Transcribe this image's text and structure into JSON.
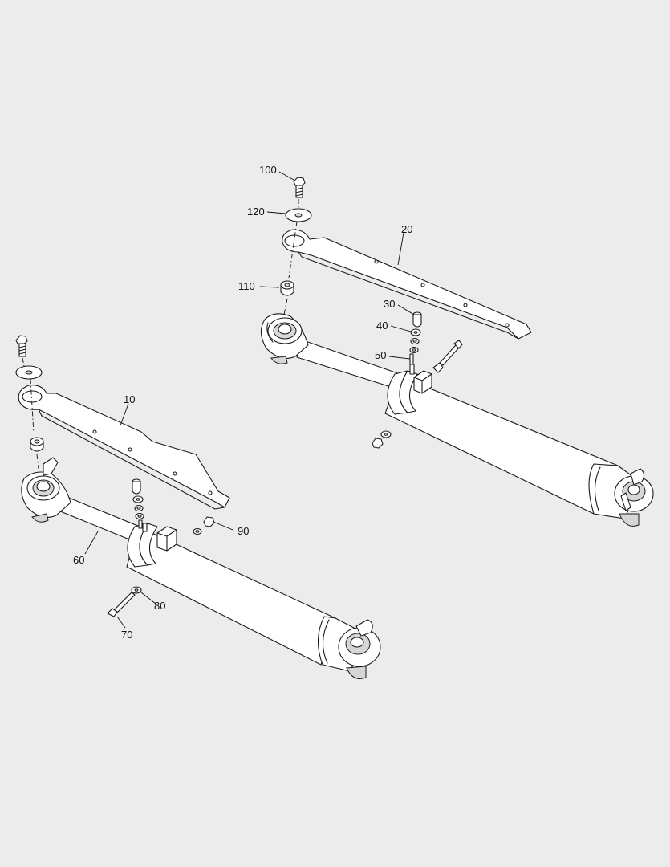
{
  "callouts": {
    "c10": "10",
    "c20": "20",
    "c30": "30",
    "c40": "40",
    "c50": "50",
    "c60": "60",
    "c70": "70",
    "c80": "80",
    "c90": "90",
    "c100": "100",
    "c110": "110",
    "c120": "120"
  },
  "colors": {
    "background": "#ececec",
    "line": "#1a1a1a",
    "part_fill": "#ffffff",
    "shade": "#d6d6d6"
  }
}
